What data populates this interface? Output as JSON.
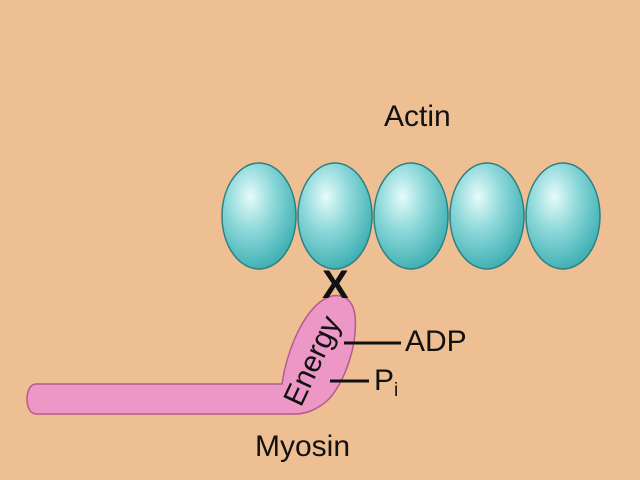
{
  "labels": {
    "actin": "Actin",
    "myosin": "Myosin",
    "energy": "Energy",
    "adp": "ADP",
    "pi_main": "P",
    "pi_sub": "i",
    "cross_bridge_mark": "X"
  },
  "actin": {
    "subunit_count": 5
  },
  "colors": {
    "background": "#eebf93",
    "actin_fill": "#5cc4c6",
    "actin_stroke": "#2e7f83",
    "myosin_fill": "#ec97c6",
    "myosin_stroke": "#b45c8d",
    "ink": "#111111"
  }
}
